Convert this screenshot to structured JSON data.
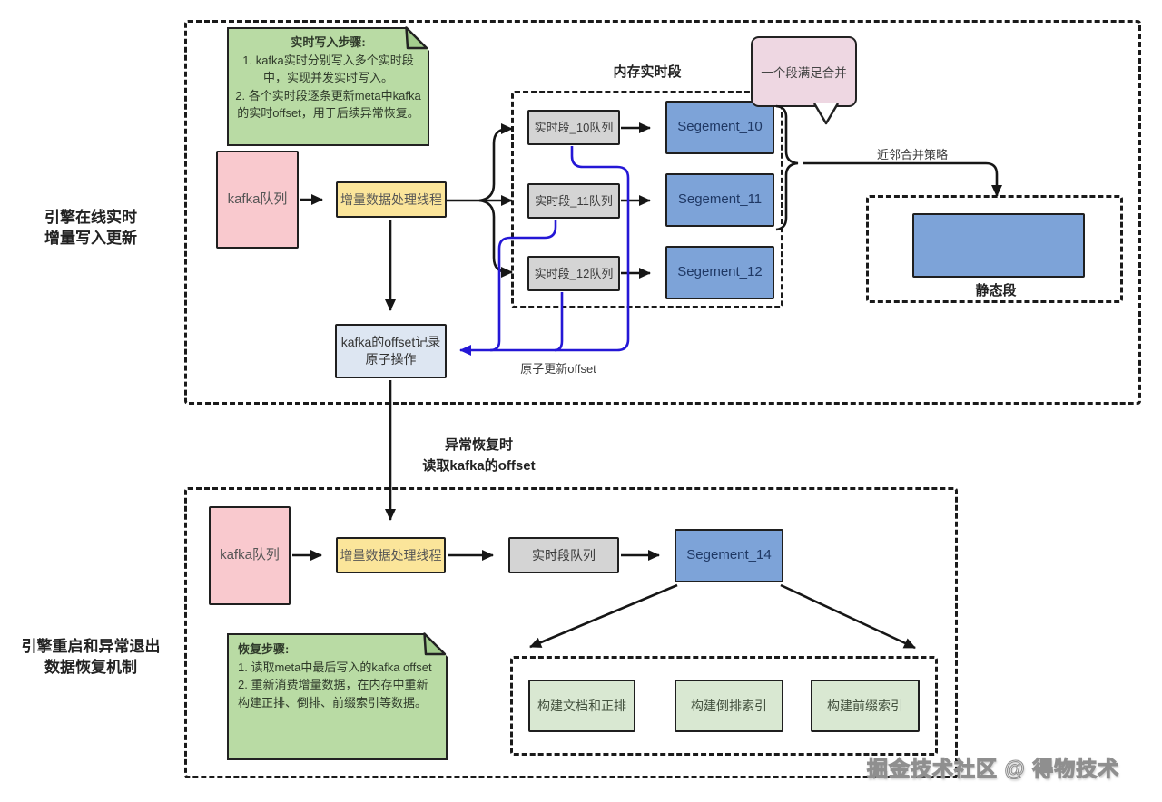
{
  "colors": {
    "note_green": "#b9dba4",
    "build_green": "#d9e8d2",
    "pink": "#f9c9ce",
    "yellow": "#fbe59a",
    "gray": "#d4d4d4",
    "segment_blue": "#7da3d8",
    "offset_blue_bg": "#dde6f2",
    "callout_pink": "#eed7e2",
    "blue_arrow": "#2417d6",
    "line_black": "#1a1a1a"
  },
  "top": {
    "side_label_line1": "引擎在线实时",
    "side_label_line2": "增量写入更新",
    "note": {
      "title": "实时写入步骤:",
      "step1": "1. kafka实时分别写入多个实时段中，实现并发实时写入。",
      "step2": "2. 各个实时段逐条更新meta中kafka的实时offset，用于后续异常恢复。"
    },
    "kafka_queue": "kafka队列",
    "process_thread": "增量数据处理线程",
    "memory_region_label": "内存实时段",
    "queues": [
      "实时段_10队列",
      "实时段_11队列",
      "实时段_12队列"
    ],
    "segments": [
      "Segement_10",
      "Segement_11",
      "Segement_12"
    ],
    "callout": "一个段满足合并",
    "merge_strategy_label": "近邻合并策略",
    "static_region_label": "静态段",
    "offset_box_line1": "kafka的offset记录",
    "offset_box_line2": "原子操作",
    "atomic_update_label": "原子更新offset"
  },
  "middle": {
    "label_line1": "异常恢复时",
    "label_line2": "读取kafka的offset"
  },
  "bottom": {
    "side_label_line1": "引擎重启和异常退出",
    "side_label_line2": "数据恢复机制",
    "kafka_queue": "kafka队列",
    "process_thread": "增量数据处理线程",
    "rt_queue": "实时段队列",
    "segment": "Segement_14",
    "note": {
      "title": "恢复步骤:",
      "step1": "1. 读取meta中最后写入的kafka offset",
      "step2": "2. 重新消费增量数据，在内存中重新构建正排、倒排、前缀索引等数据。"
    },
    "build_boxes": [
      "构建文档和正排",
      "构建倒排索引",
      "构建前缀索引"
    ]
  },
  "watermark": "掘金技术社区 @ 得物技术"
}
